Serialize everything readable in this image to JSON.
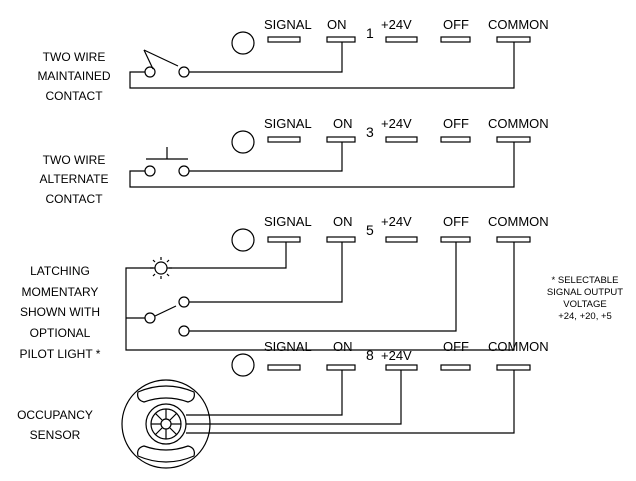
{
  "headers": {
    "signal": "SIGNAL",
    "on": "ON",
    "plus24": "+24V",
    "off": "OFF",
    "common": "COMMON"
  },
  "panels": [
    {
      "id": "maintained",
      "number": "1",
      "label_lines": [
        "TWO WIRE",
        "MAINTAINED",
        "CONTACT"
      ]
    },
    {
      "id": "alternate",
      "number": "3",
      "label_lines": [
        "TWO WIRE",
        "ALTERNATE",
        "CONTACT"
      ]
    },
    {
      "id": "latching",
      "number": "5",
      "label_lines": [
        "LATCHING",
        "MOMENTARY",
        "SHOWN WITH",
        "OPTIONAL",
        "PILOT LIGHT *"
      ]
    },
    {
      "id": "occupancy",
      "number": "8",
      "label_lines": [
        "OCCUPANCY",
        "SENSOR"
      ]
    }
  ],
  "note": {
    "lines": [
      "* SELECTABLE",
      "SIGNAL OUTPUT",
      "VOLTAGE",
      "+24, +20, +5"
    ]
  }
}
